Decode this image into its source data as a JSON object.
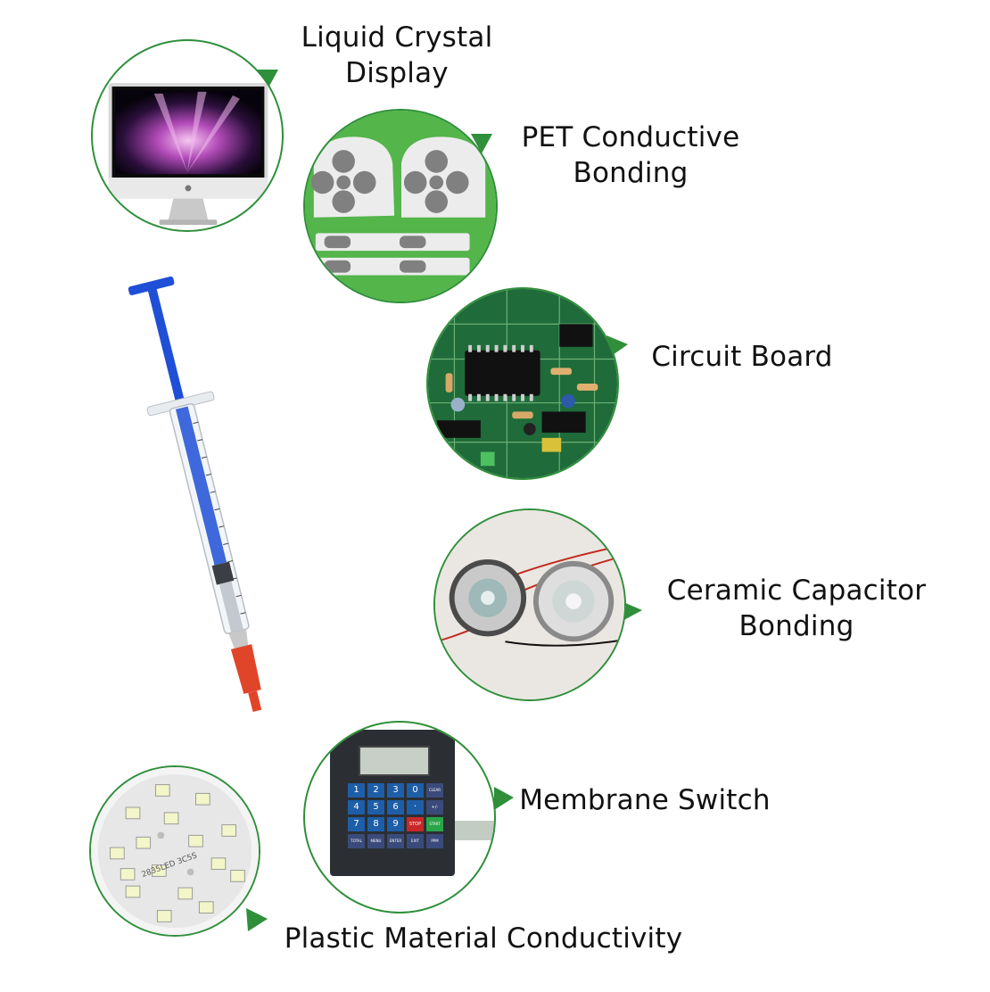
{
  "labels": {
    "lcd": [
      "Liquid Crystal",
      "Display"
    ],
    "pet": [
      "PET Conductive",
      "Bonding"
    ],
    "circuit": [
      "Circuit Board"
    ],
    "ceramic": [
      "Ceramic Capacitor",
      "Bonding"
    ],
    "membrane": [
      "Membrane Switch"
    ],
    "plastic": [
      "Plastic Material Conductivity"
    ]
  },
  "membrane_keys": {
    "row1": [
      "1",
      "2",
      "3",
      "0",
      "CLEAR"
    ],
    "row2": [
      "4",
      "5",
      "6",
      "·",
      "+/-"
    ],
    "row3": [
      "7",
      "8",
      "9",
      "STOP",
      "START"
    ],
    "row4": [
      "TOTAL",
      "MENU",
      "ENTER",
      "EXIT",
      "PPM"
    ]
  },
  "led_board_text": "2835LED 3C5S",
  "colors": {
    "accent_green": "#2f8f3a",
    "syringe_plunger": "#1f4fd6",
    "syringe_tip": "#e0452a",
    "pcb_green": "#1f6b3a"
  }
}
